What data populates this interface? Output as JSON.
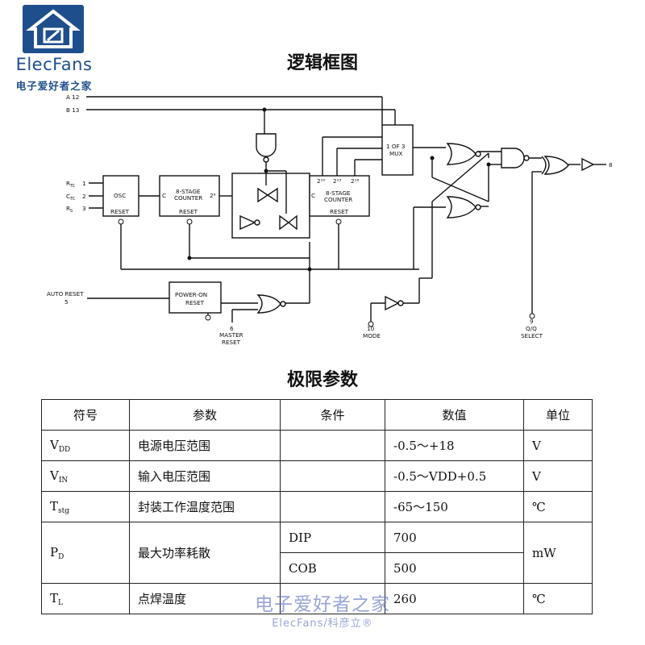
{
  "logo": {
    "brand": "ElecFans",
    "subtitle": "电子爱好者之家"
  },
  "section_titles": {
    "diagram": "逻辑框图",
    "limits": "极限参数"
  },
  "diagram": {
    "blocks": {
      "osc": {
        "name": "OSC",
        "reset": "RESET"
      },
      "counter1": {
        "line1": "8-STAGE",
        "line2": "COUNTER",
        "reset": "RESET",
        "out": "2⁸",
        "in": "C"
      },
      "counter2": {
        "line1": "8-STAGE",
        "line2": "COUNTER",
        "reset": "RESET",
        "in": "C",
        "taps": [
          "2¹⁰",
          "2¹³",
          "2¹⁶"
        ]
      },
      "mux": {
        "line1": "1 OF 3",
        "line2": "MUX"
      },
      "poweron": {
        "line1": "POWER-ON",
        "line2": "RESET"
      }
    },
    "pins": {
      "a12": "A 12",
      "b13": "B 13",
      "rtc_name": "R",
      "rtc_sub": "TC",
      "rtc_num": "1",
      "ctc_name": "C",
      "ctc_sub": "TC",
      "ctc_num": "2",
      "rs_name": "R",
      "rs_sub": "S",
      "rs_num": "3",
      "auto_reset": "AUTO RESET",
      "auto_reset_num": "5",
      "master_reset_num": "6",
      "master_reset_l1": "MASTER",
      "master_reset_l2": "RESET",
      "mode_num": "10",
      "mode_label": "MODE",
      "qsel_num": "9",
      "qsel_l1": "Q/Q",
      "qsel_l2": "SELECT",
      "out_num": "8"
    }
  },
  "table": {
    "headers": [
      "符号",
      "参数",
      "条件",
      "数值",
      "单位"
    ],
    "rows": [
      {
        "sym": "V",
        "sub": "DD",
        "param": "电源电压范围",
        "cond": "",
        "value": "-0.5～+18",
        "unit": "V"
      },
      {
        "sym": "V",
        "sub": "IN",
        "param": "输入电压范围",
        "cond": "",
        "value": "-0.5～VDD+0.5",
        "unit": "V"
      },
      {
        "sym": "T",
        "sub": "stg",
        "param": "封装工作温度范围",
        "cond": "",
        "value": "-65～150",
        "unit": "℃"
      },
      {
        "sym": "P",
        "sub": "D",
        "param": "最大功率耗散",
        "cond": "DIP",
        "value": "700",
        "unit": "mW",
        "cond2": "COB",
        "value2": "500"
      },
      {
        "sym": "T",
        "sub": "L",
        "param": "点焊温度",
        "cond": "",
        "value": "260",
        "unit": "℃"
      }
    ]
  },
  "watermark": {
    "main": "电子爱好者之家",
    "sub": "ElecFans/科彦立®"
  }
}
